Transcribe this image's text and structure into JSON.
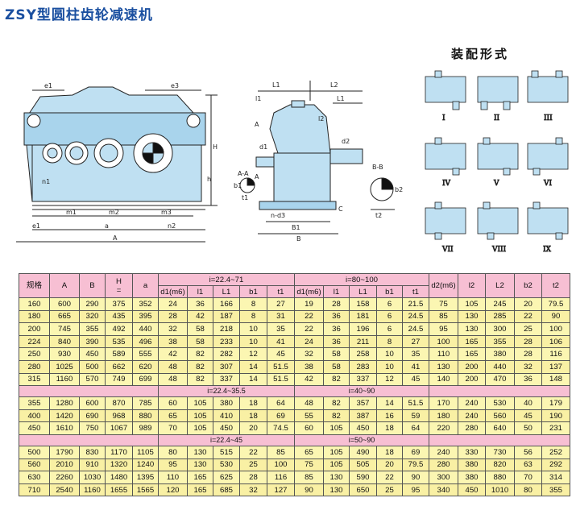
{
  "title": "ZSY型圆柱齿轮减速机",
  "assembly": {
    "title": "装配形式",
    "forms": [
      "I",
      "II",
      "III",
      "IV",
      "V",
      "VI",
      "VII",
      "VIII",
      "IX"
    ]
  },
  "drawing_labels": {
    "front": [
      "e1",
      "e3",
      "H",
      "h",
      "n1",
      "m1",
      "m2",
      "m3",
      "e1",
      "a",
      "n2",
      "A"
    ],
    "side": [
      "L1",
      "L2",
      "L1",
      "l1",
      "l2",
      "A",
      "A",
      "d1",
      "d2",
      "A-A",
      "b1",
      "t1",
      "n-d3",
      "C",
      "B1",
      "B",
      "B-B",
      "b2",
      "t2"
    ]
  },
  "table": {
    "header": {
      "spec": "规格",
      "A": "A",
      "B": "B",
      "H": "H\n=",
      "a": "a",
      "group1": "i=22.4~71",
      "group2": "i=80~100",
      "cols1": [
        "d1(m6)",
        "l1",
        "L1",
        "b1",
        "t1"
      ],
      "cols2": [
        "d1(m6)",
        "l1",
        "L1",
        "b1",
        "t1"
      ],
      "tail": [
        "d2(m6)",
        "l2",
        "L2",
        "b2",
        "t2"
      ]
    },
    "section1_rows": [
      [
        "160",
        "600",
        "290",
        "375",
        "352",
        "24",
        "36",
        "166",
        "8",
        "27",
        "19",
        "28",
        "158",
        "6",
        "21.5",
        "75",
        "105",
        "245",
        "20",
        "79.5"
      ],
      [
        "180",
        "665",
        "320",
        "435",
        "395",
        "28",
        "42",
        "187",
        "8",
        "31",
        "22",
        "36",
        "181",
        "6",
        "24.5",
        "85",
        "130",
        "285",
        "22",
        "90"
      ],
      [
        "200",
        "745",
        "355",
        "492",
        "440",
        "32",
        "58",
        "218",
        "10",
        "35",
        "22",
        "36",
        "196",
        "6",
        "24.5",
        "95",
        "130",
        "300",
        "25",
        "100"
      ],
      [
        "224",
        "840",
        "390",
        "535",
        "496",
        "38",
        "58",
        "233",
        "10",
        "41",
        "24",
        "36",
        "211",
        "8",
        "27",
        "100",
        "165",
        "355",
        "28",
        "106"
      ],
      [
        "250",
        "930",
        "450",
        "589",
        "555",
        "42",
        "82",
        "282",
        "12",
        "45",
        "32",
        "58",
        "258",
        "10",
        "35",
        "110",
        "165",
        "380",
        "28",
        "116"
      ],
      [
        "280",
        "1025",
        "500",
        "662",
        "620",
        "48",
        "82",
        "307",
        "14",
        "51.5",
        "38",
        "58",
        "283",
        "10",
        "41",
        "130",
        "200",
        "440",
        "32",
        "137"
      ],
      [
        "315",
        "1160",
        "570",
        "749",
        "699",
        "48",
        "82",
        "337",
        "14",
        "51.5",
        "42",
        "82",
        "337",
        "12",
        "45",
        "140",
        "200",
        "470",
        "36",
        "148"
      ]
    ],
    "section2_labels": [
      "i=22.4~35.5",
      "i=40~90"
    ],
    "section2_rows": [
      [
        "355",
        "1280",
        "600",
        "870",
        "785",
        "60",
        "105",
        "380",
        "18",
        "64",
        "48",
        "82",
        "357",
        "14",
        "51.5",
        "170",
        "240",
        "530",
        "40",
        "179"
      ],
      [
        "400",
        "1420",
        "690",
        "968",
        "880",
        "65",
        "105",
        "410",
        "18",
        "69",
        "55",
        "82",
        "387",
        "16",
        "59",
        "180",
        "240",
        "560",
        "45",
        "190"
      ],
      [
        "450",
        "1610",
        "750",
        "1067",
        "989",
        "70",
        "105",
        "450",
        "20",
        "74.5",
        "60",
        "105",
        "450",
        "18",
        "64",
        "220",
        "280",
        "640",
        "50",
        "231"
      ]
    ],
    "section3_labels": [
      "i=22.4~45",
      "i=50~90"
    ],
    "section3_rows": [
      [
        "500",
        "1790",
        "830",
        "1170",
        "1105",
        "80",
        "130",
        "515",
        "22",
        "85",
        "65",
        "105",
        "490",
        "18",
        "69",
        "240",
        "330",
        "730",
        "56",
        "252"
      ],
      [
        "560",
        "2010",
        "910",
        "1320",
        "1240",
        "95",
        "130",
        "530",
        "25",
        "100",
        "75",
        "105",
        "505",
        "20",
        "79.5",
        "280",
        "380",
        "820",
        "63",
        "292"
      ],
      [
        "630",
        "2260",
        "1030",
        "1480",
        "1395",
        "110",
        "165",
        "625",
        "28",
        "116",
        "85",
        "130",
        "590",
        "22",
        "90",
        "300",
        "380",
        "880",
        "70",
        "314"
      ],
      [
        "710",
        "2540",
        "1160",
        "1655",
        "1565",
        "120",
        "165",
        "685",
        "32",
        "127",
        "90",
        "130",
        "650",
        "25",
        "95",
        "340",
        "450",
        "1010",
        "80",
        "355"
      ]
    ]
  },
  "colors": {
    "title": "#1a4fa0",
    "drawing_fill": "#bfe0f2",
    "header_pink": "#f7bfd3",
    "row_yellow": "#fbf6b2"
  }
}
